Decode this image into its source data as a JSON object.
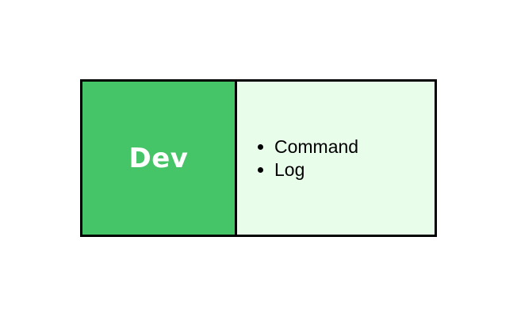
{
  "card": {
    "title": "Dev",
    "items": [
      "Command",
      "Log"
    ],
    "colors": {
      "title_background": "#45c468",
      "body_background": "#e8fdea",
      "border": "#000000",
      "title_text": "#ffffff"
    }
  }
}
